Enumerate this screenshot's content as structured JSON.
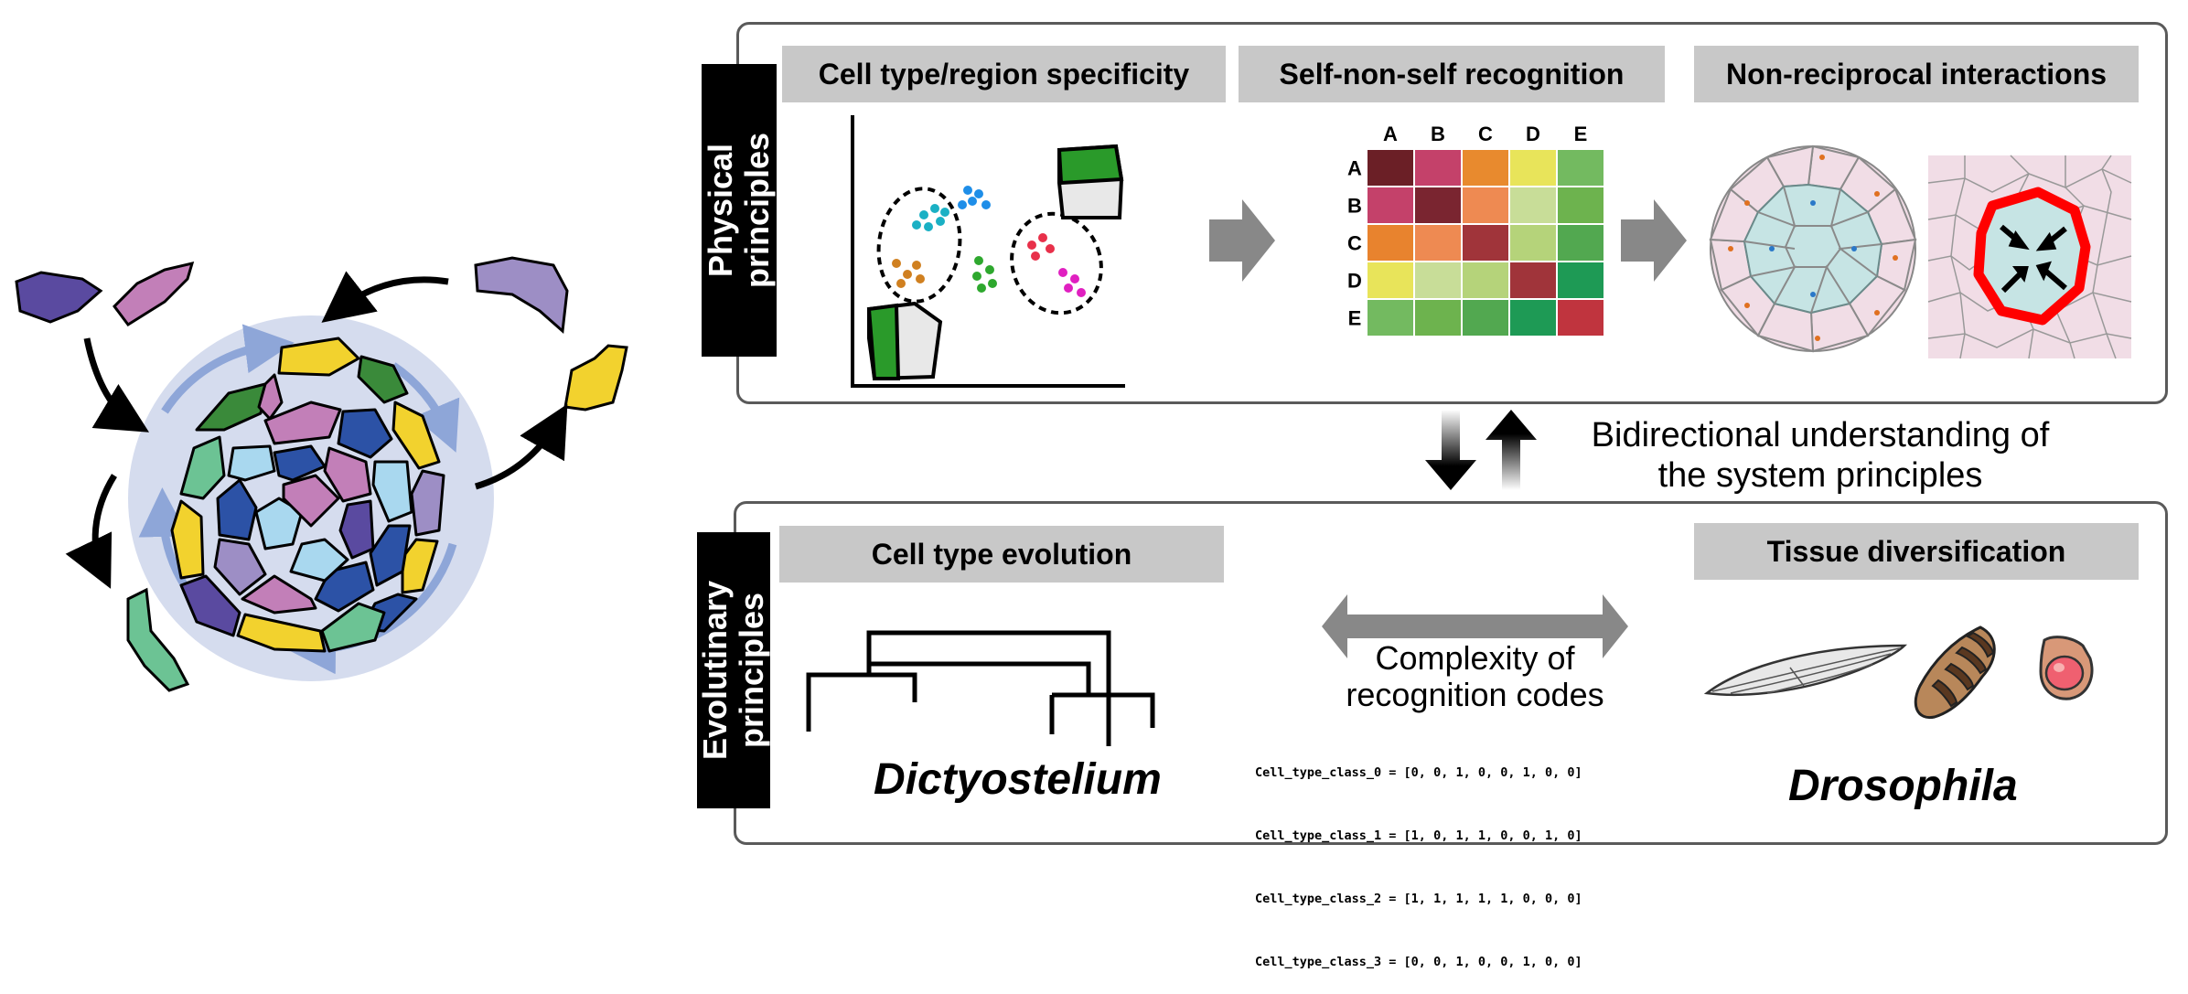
{
  "physical": {
    "sidebar_label": "Physical\nprinciples",
    "headers": {
      "cell_type": "Cell type/region specificity",
      "self_nonself": "Self-non-self recognition",
      "nonreciprocal": "Non-reciprocal interactions"
    }
  },
  "bidirectional": {
    "line1": "Bidirectional understanding of",
    "line2": "the system principles"
  },
  "evolutionary": {
    "sidebar_label": "Evolutinary\nprinciples",
    "headers": {
      "cell_type_evolution": "Cell type evolution",
      "tissue_diversification": "Tissue diversification"
    },
    "complexity_line1": "Complexity of",
    "complexity_line2": "recognition codes",
    "codes": [
      "Cell_type_class_0 = [0, 0, 1, 0, 0, 1, 0, 0]",
      "Cell_type_class_1 = [1, 0, 1, 1, 0, 0, 1, 0]",
      "Cell_type_class_2 = [1, 1, 1, 1, 1, 0, 0, 0]",
      "Cell_type_class_3 = [0, 0, 1, 0, 0, 1, 0, 0]"
    ],
    "left_species": "Dictyostelium",
    "right_species": "Drosophila"
  },
  "matrix": {
    "labels": [
      "A",
      "B",
      "C",
      "D",
      "E"
    ],
    "colors": [
      [
        "#6b1f26",
        "#c4416a",
        "#e88a2e",
        "#e8e45a",
        "#73ba60"
      ],
      [
        "#c4416a",
        "#7a2530",
        "#ee8a52",
        "#c8dd98",
        "#6db34e"
      ],
      [
        "#e8832e",
        "#ee8a52",
        "#a0343a",
        "#b5d37a",
        "#52a850"
      ],
      [
        "#e8e45a",
        "#c8dd98",
        "#b5d37a",
        "#a0343a",
        "#1e9a55"
      ],
      [
        "#73ba60",
        "#6db34e",
        "#52a850",
        "#1e9a55",
        "#c0343e"
      ]
    ]
  },
  "colors": {
    "header_gray": "#c8c8c8",
    "panel_border": "#5a5a5a",
    "arrow_gray": "#888888",
    "cell_green": "#2a9a2a"
  }
}
